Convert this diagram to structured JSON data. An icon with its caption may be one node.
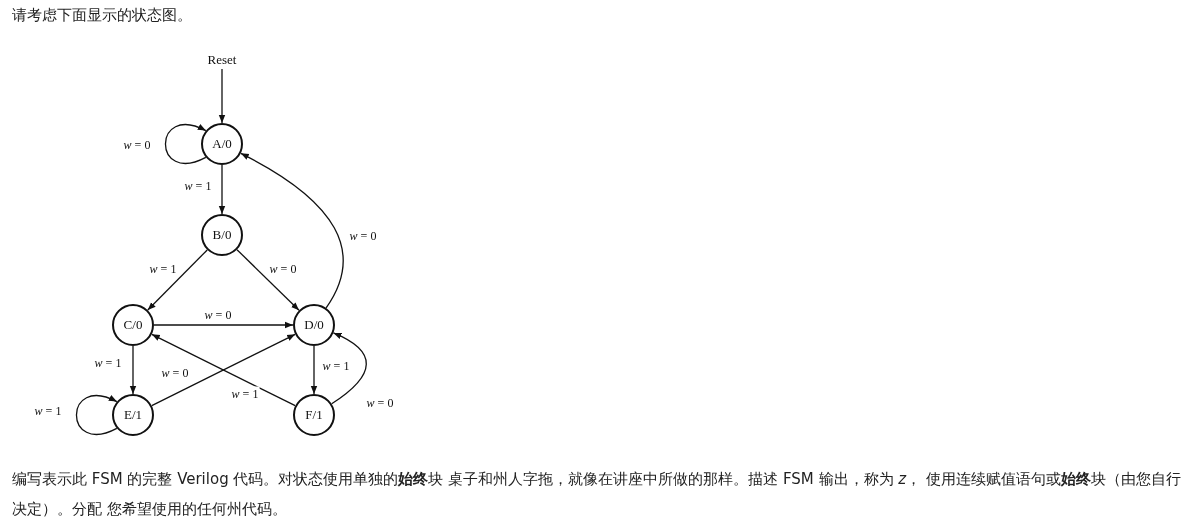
{
  "diagram": {
    "title": "请考虑下面显示的状态图。",
    "caption": "编写表示此 FSM 的完整 Verilog 代码。对状态使用单独的**始终**块 桌子和州人字拖，就像在讲座中所做的那样。描述 FSM 输出，称为 *z*， 使用连续赋值语句或**始终**块（由您自行决定）。分配 您希望使用的任何州代码。",
    "nodes": [
      {
        "text": [
          "Reset"
        ]
      },
      {
        "text": [
          "A/0"
        ]
      },
      {
        "text": [
          "B/0"
        ]
      },
      {
        "text": [
          "C/0"
        ]
      },
      {
        "text": [
          "D/0"
        ]
      },
      {
        "text": [
          "E/1"
        ]
      },
      {
        "text": [
          "F/1"
        ]
      }
    ],
    "edges": [
      {
        "from": 0,
        "to": 1,
        "arrow": "to"
      },
      {
        "from": 1,
        "to": 1,
        "arrow": "to",
        "label": "*w* = 0"
      },
      {
        "from": 1,
        "to": 2,
        "arrow": "to",
        "label": "*w* = 1"
      },
      {
        "from": 2,
        "to": 3,
        "arrow": "to",
        "label": "*w* = 1"
      },
      {
        "from": 2,
        "to": 4,
        "arrow": "to",
        "label": "*w* = 0"
      },
      {
        "from": 4,
        "to": 1,
        "arrow": "to",
        "label": "*w* = 0"
      },
      {
        "from": 3,
        "to": 4,
        "arrow": "to",
        "label": "*w* = 0"
      },
      {
        "from": 3,
        "to": 5,
        "arrow": "to",
        "label": "*w* = 1"
      },
      {
        "from": 5,
        "to": 5,
        "arrow": "to",
        "label": "*w* = 1"
      },
      {
        "from": 5,
        "to": 4,
        "arrow": "to",
        "label": "*w* = 0"
      },
      {
        "from": 6,
        "to": 3,
        "arrow": "to",
        "label": "*w* = 1"
      },
      {
        "from": 4,
        "to": 6,
        "arrow": "to",
        "label": "*w* = 1"
      },
      {
        "from": 6,
        "to": 4,
        "arrow": "to",
        "label": "*w* = 0"
      }
    ]
  }
}
